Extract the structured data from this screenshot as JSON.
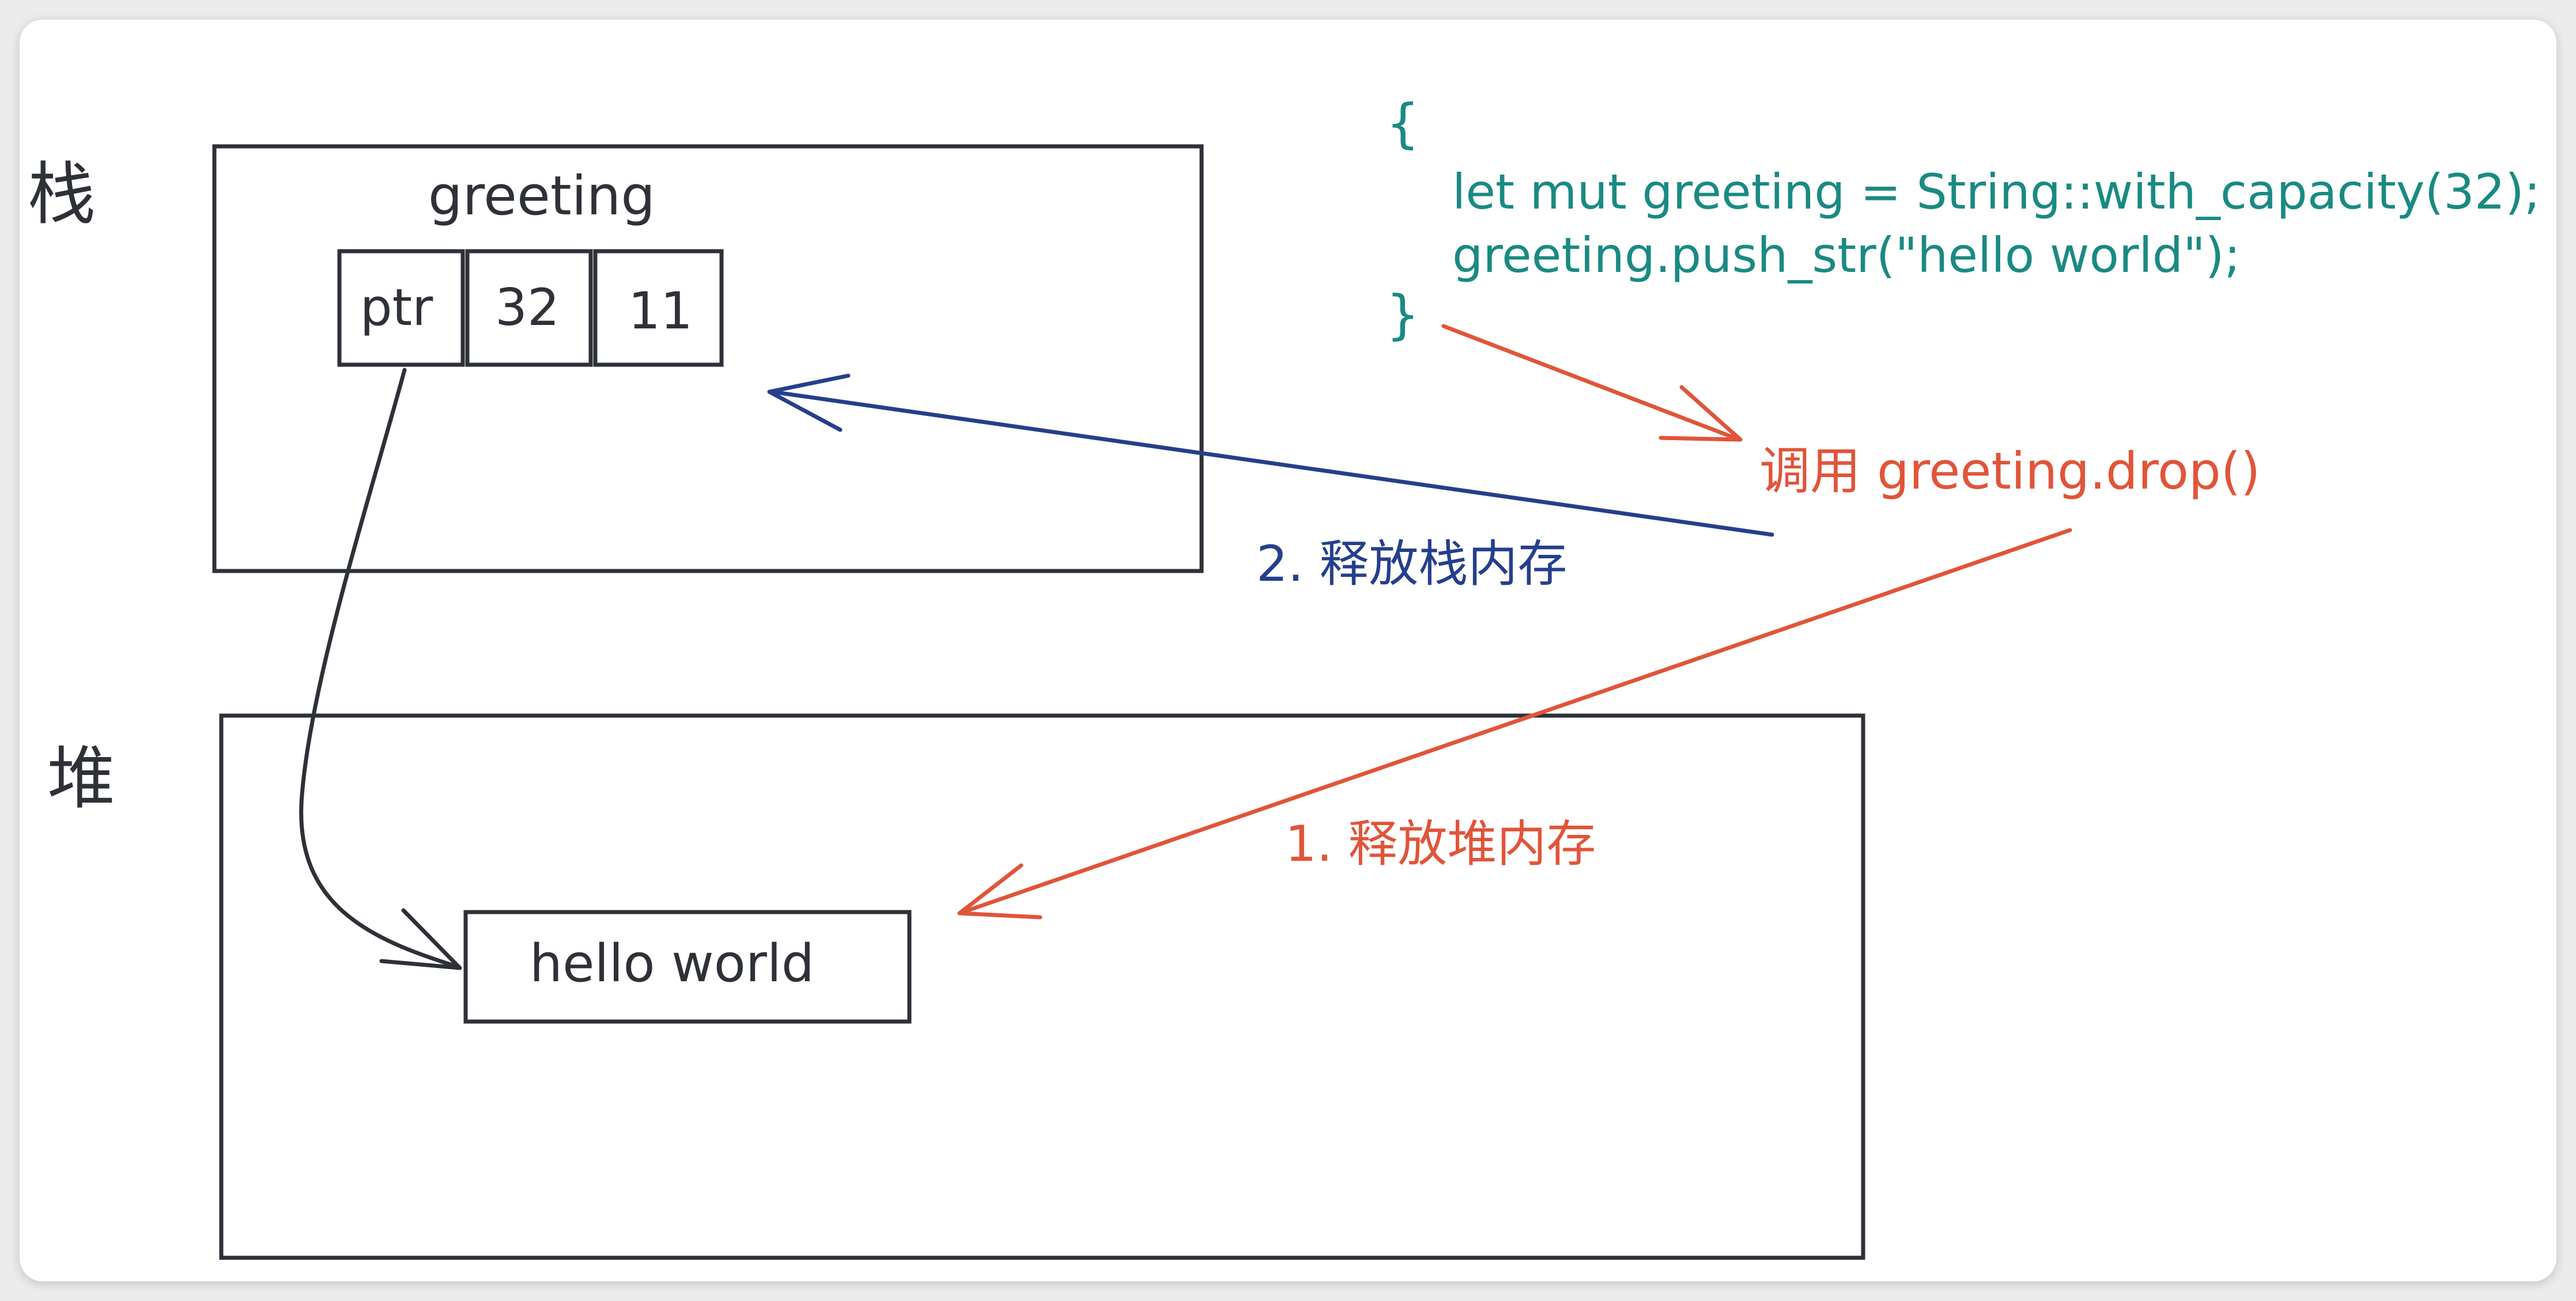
{
  "labels": {
    "stack": "栈",
    "heap": "堆",
    "var_name": "greeting",
    "cell_ptr": "ptr",
    "cell_cap": "32",
    "cell_len": "11",
    "heap_content": "hello world",
    "drop_call": "调用 greeting.drop()",
    "step_stack": "2. 释放栈内存",
    "step_heap": "1. 释放堆内存"
  },
  "code": {
    "open_brace": "{",
    "line1": "let mut greeting = String::with_capacity(32);",
    "line2": "greeting.push_str(\"hello world\");",
    "close_brace": "}"
  },
  "colors": {
    "ink": "#2e3137",
    "code": "#1a8a82",
    "drop": "#e0553a",
    "stack_free": "#253f8c",
    "background": "#ffffff"
  }
}
